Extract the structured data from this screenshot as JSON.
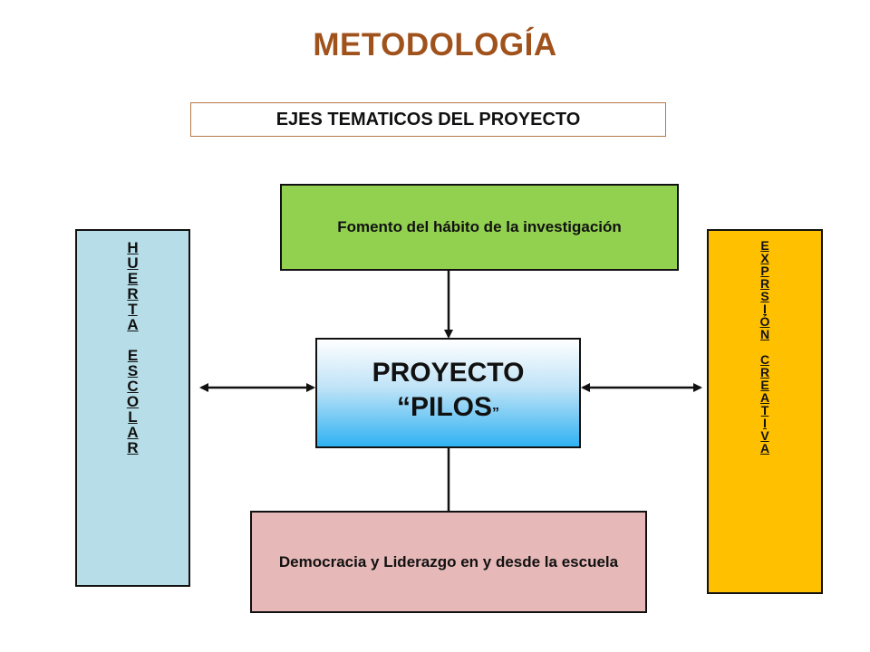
{
  "title": "METODOLOGÍA",
  "subtitle": "EJES TEMATICOS DEL PROYECTO",
  "boxes": {
    "top": "Fomento del hábito de la investigación",
    "center_line1": "PROYECTO",
    "center_line2": "“PILOS",
    "center_line2_close": "”",
    "bottom": "Democracia y Liderazgo en y  desde la escuela",
    "left_letters": [
      "H",
      "U",
      "E",
      "R",
      "T",
      "A",
      "",
      "E",
      "S",
      "C",
      "O",
      "L",
      "A",
      "R"
    ],
    "right_letters": [
      "E",
      "X",
      "P",
      "R",
      "S",
      "I",
      "Ó",
      "N",
      "",
      "C",
      "R",
      "E",
      "A",
      "T",
      "I",
      "V",
      "A"
    ]
  },
  "colors": {
    "title": "#a0521c",
    "top_box": "#92d050",
    "bottom_box": "#e6b8b7",
    "left_box": "#b7dee8",
    "right_box": "#ffc000",
    "center_gradient_end": "#2fb2f2"
  }
}
